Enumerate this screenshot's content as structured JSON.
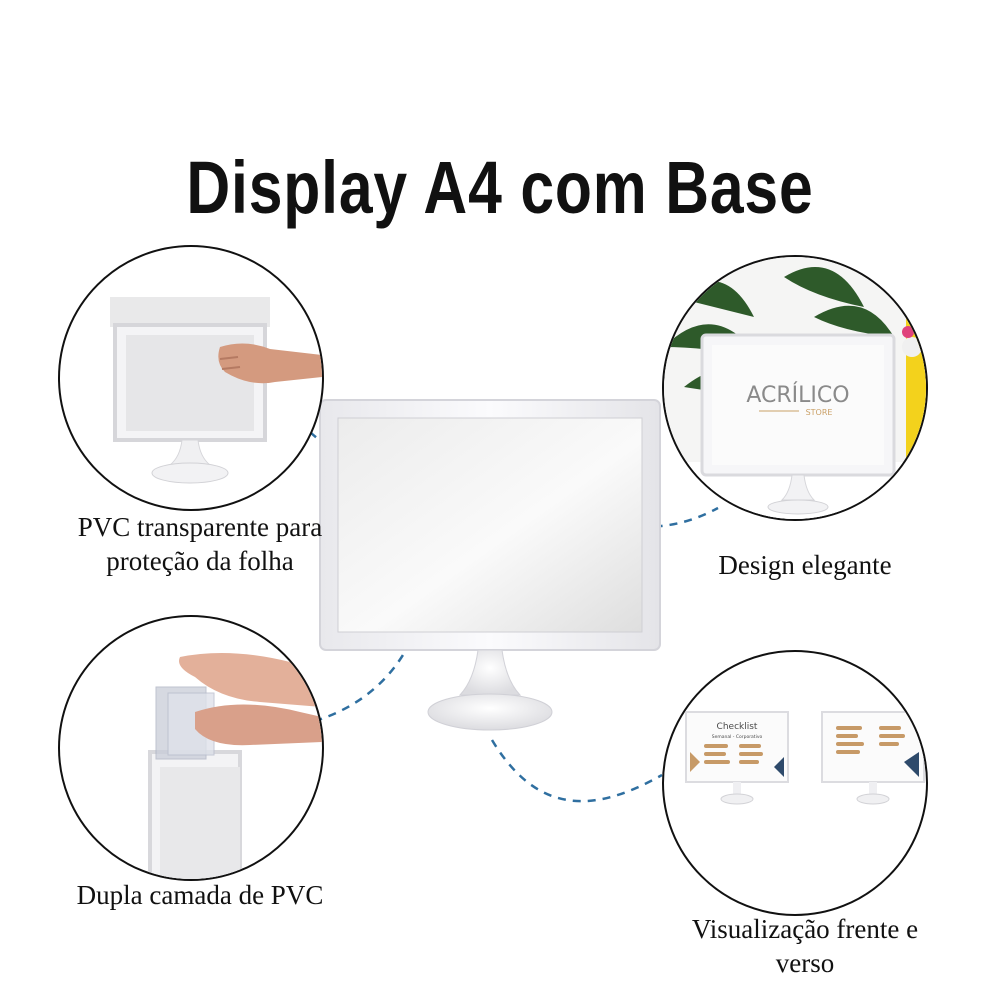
{
  "title": "Display A4 com Base",
  "features": [
    {
      "caption_line1": "PVC transparente para",
      "caption_line2": "proteção da folha"
    },
    {
      "caption_line1": "Design elegante",
      "caption_line2": ""
    },
    {
      "caption_line1": "Dupla camada de PVC",
      "caption_line2": ""
    },
    {
      "caption_line1": "Visualização frente e",
      "caption_line2": "verso"
    }
  ],
  "product_insert": {
    "brand": "ACRÍLICO",
    "sub": "STORE"
  },
  "checklist_insert": {
    "title": "Checklist",
    "sub": "Semanal - Corporativo"
  },
  "colors": {
    "accent_dash": "#2f6fa0",
    "frame": "#f2f2f4",
    "text": "#111111"
  }
}
